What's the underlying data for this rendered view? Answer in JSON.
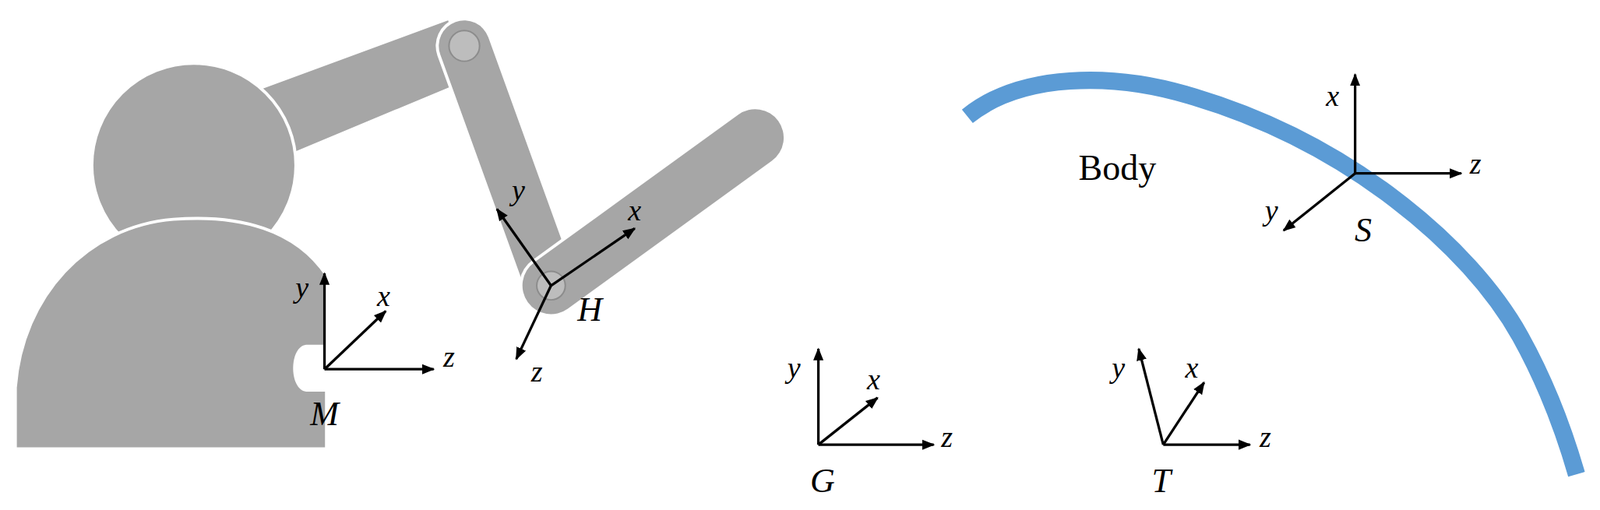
{
  "diagram": {
    "labels": [
      "y",
      "x",
      "z",
      "M",
      "y",
      "x",
      "z",
      "H",
      "y",
      "x",
      "z",
      "G",
      "y",
      "x",
      "z",
      "T",
      "x",
      "z",
      "y",
      "S",
      "Body"
    ]
  }
}
